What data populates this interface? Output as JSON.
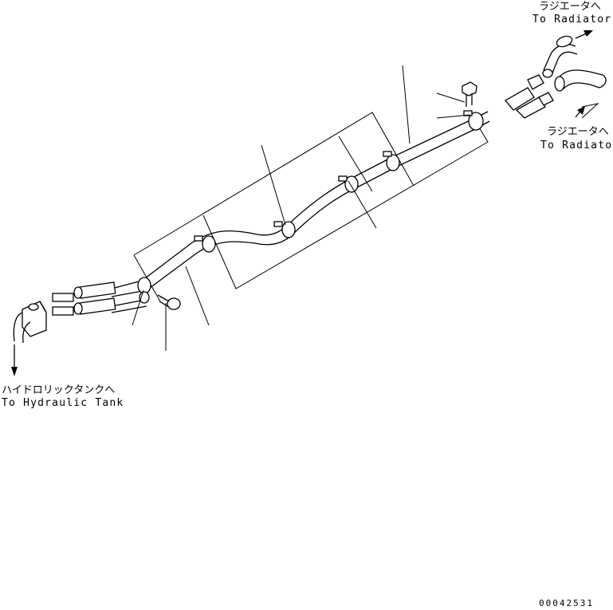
{
  "labels": {
    "radiator_top_jp": "ラジエータへ",
    "radiator_top_en": "To Radiator",
    "radiator_right_jp": "ラジエータへ",
    "radiator_right_en": "To Radiator",
    "tank_jp": "ハイドロリックタンクへ",
    "tank_en": "To Hydraulic Tank"
  },
  "drawing_number": "00042531",
  "icons": {
    "flow_arrow": "arrow-icon",
    "clamp": "pipe-clamp-icon",
    "bolt": "bolt-icon",
    "hose": "hose-icon",
    "fitting": "elbow-fitting-icon"
  }
}
